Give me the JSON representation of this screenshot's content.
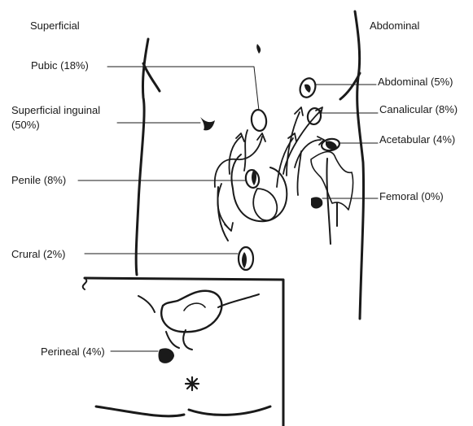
{
  "headers": {
    "left": "Superficial",
    "right": "Abdominal"
  },
  "labels": {
    "pubic": "Pubic (18%)",
    "superficial_inguinal_line1": "Superficial inguinal",
    "superficial_inguinal_line2": "(50%)",
    "penile": "Penile (8%)",
    "crural": "Crural (2%)",
    "perineal": "Perineal (4%)",
    "abdominal": "Abdominal (5%)",
    "canalicular": "Canalicular (8%)",
    "acetabular": "Acetabular (4%)",
    "femoral": "Femoral (0%)"
  },
  "colors": {
    "ink": "#1a1a1a",
    "background": "#ffffff"
  }
}
